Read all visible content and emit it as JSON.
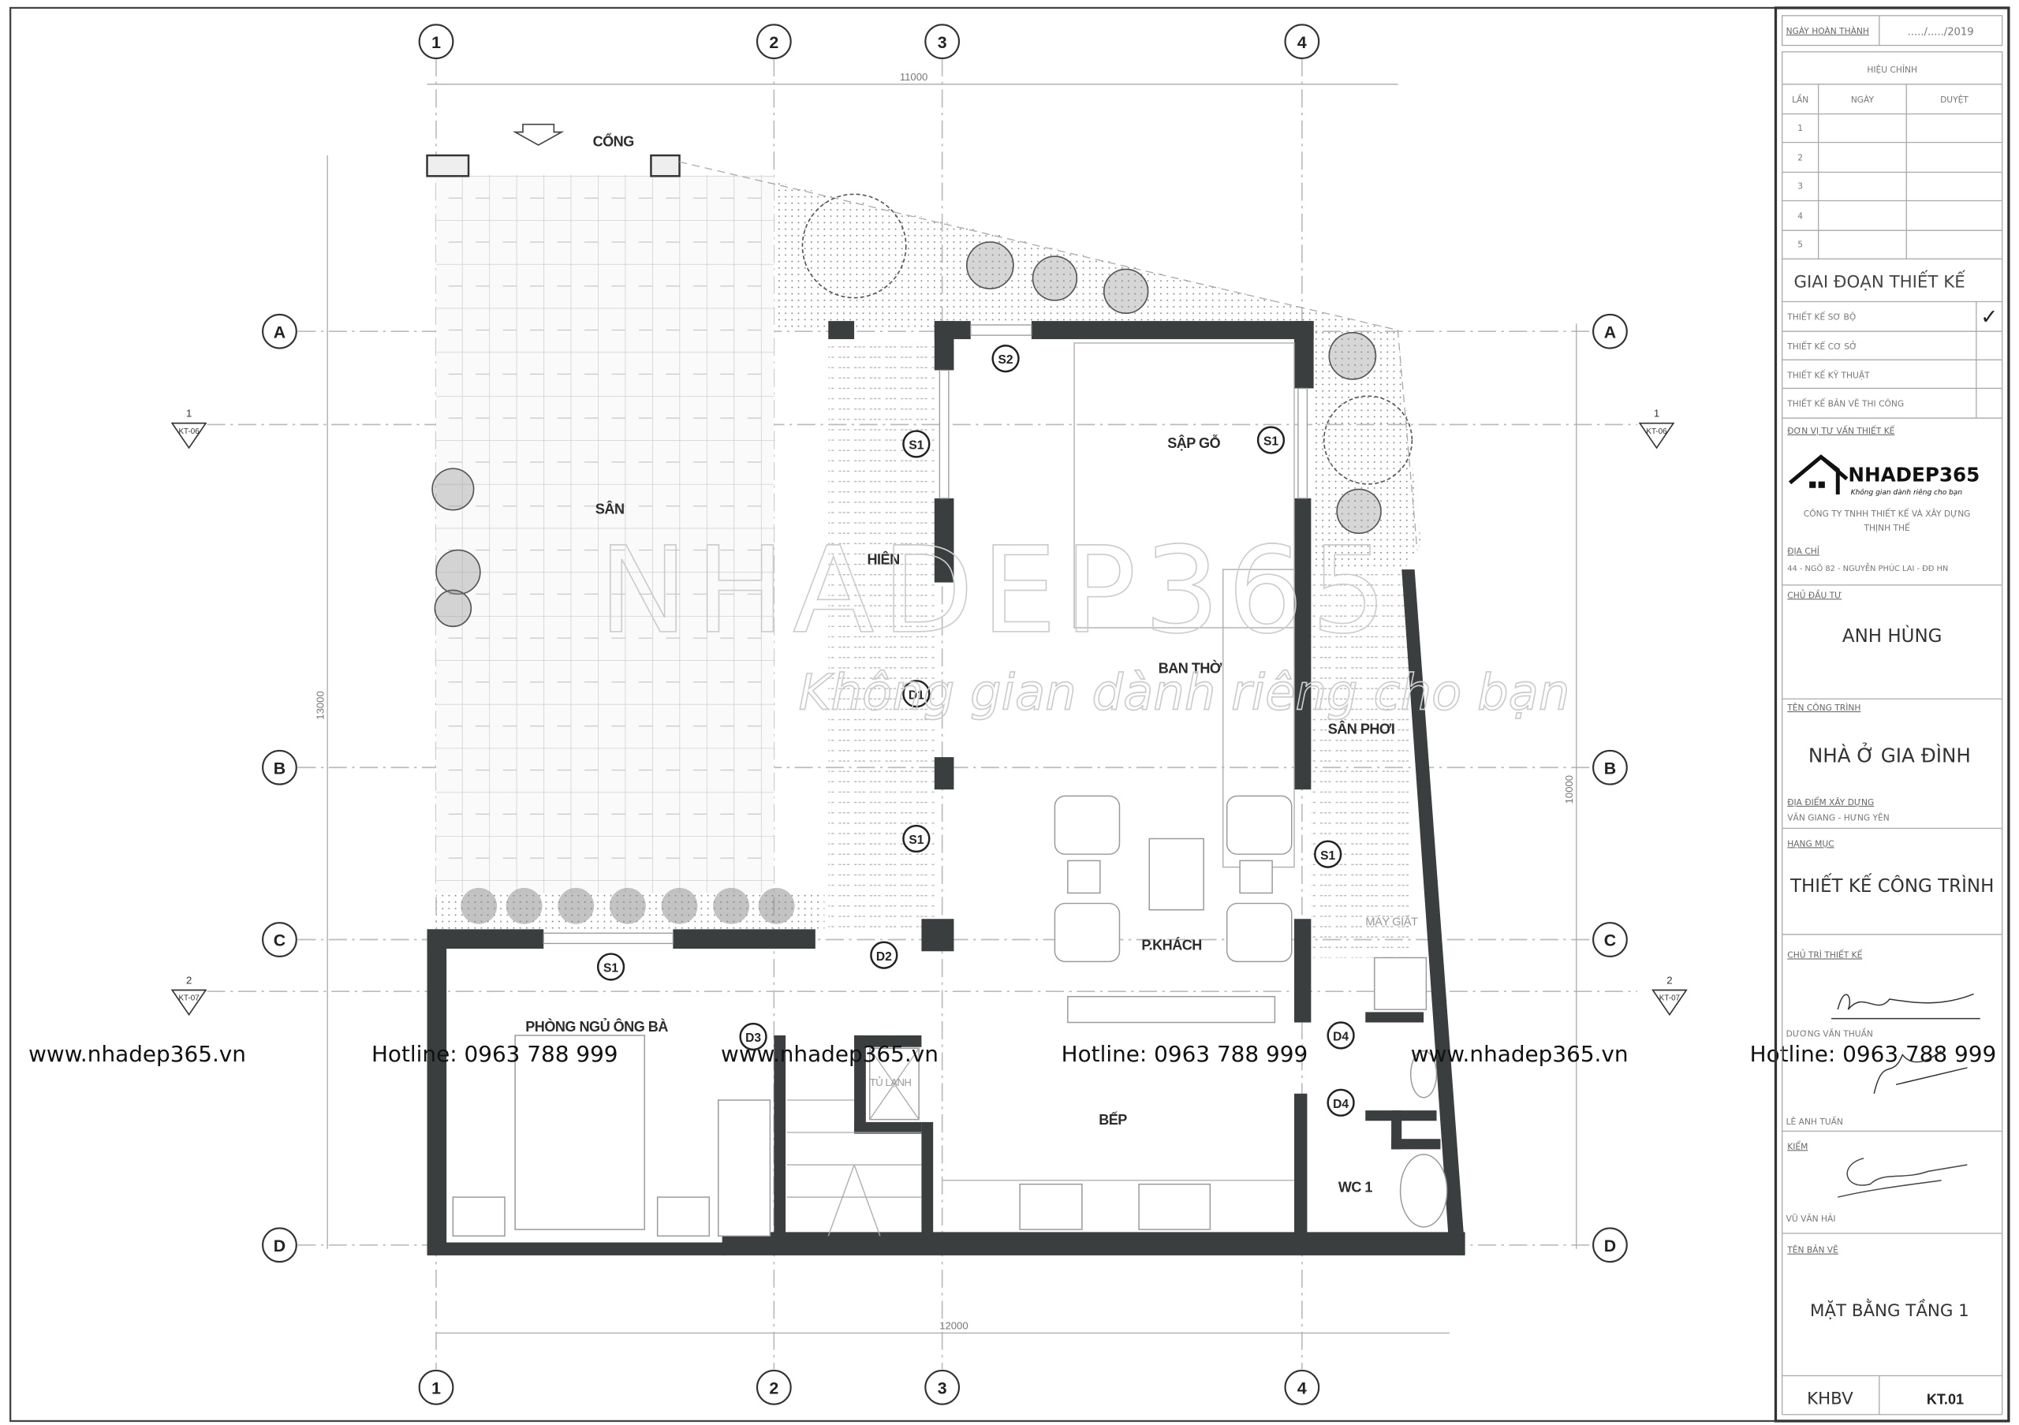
{
  "plan": {
    "grid_columns": [
      "1",
      "2",
      "3",
      "4"
    ],
    "grid_rows": [
      "A",
      "B",
      "C",
      "D"
    ],
    "dimensions": {
      "top": "11000",
      "bottom": "12000",
      "left": "13000",
      "right": "10000"
    },
    "section_marks": [
      {
        "num": "1",
        "ref": "KT-06"
      },
      {
        "num": "2",
        "ref": "KT-07"
      }
    ],
    "gate": "CỔNG",
    "rooms": {
      "yard": "SÂN",
      "porch": "HIÊN",
      "wood_bed": "SẬP GỖ",
      "altar": "BAN THỜ",
      "drying_yard": "SÂN PHƠI",
      "living": "P.KHÁCH",
      "washer": "MÁY GIẶT",
      "bedroom": "PHÒNG NGỦ ÔNG BÀ",
      "fridge": "TỦ LẠNH",
      "kitchen": "BẾP",
      "wc": "WC 1"
    },
    "tags": {
      "s1": "S1",
      "s2": "S2",
      "d1": "D1",
      "d2": "D2",
      "d3": "D3",
      "d4": "D4"
    }
  },
  "watermark": {
    "website": "www.nhadep365.vn",
    "hotline": "Hotline: 0963 788 999",
    "brand": "NHADEP365",
    "slogan": "Không gian dành riêng cho bạn"
  },
  "title_block": {
    "completion_label": "NGÀY HOÀN THÀNH",
    "completion_value": "...../...../2019",
    "revision_title": "HIỆU CHỈNH",
    "revision_headers": [
      "LẦN",
      "NGÀY",
      "DUYỆT"
    ],
    "revision_rows": [
      "1",
      "2",
      "3",
      "4",
      "5"
    ],
    "stage_title": "GIAI ĐOẠN THIẾT KẾ",
    "stages": [
      {
        "label": "THIẾT KẾ SƠ BỘ",
        "mark": "✓"
      },
      {
        "label": "THIẾT KẾ CƠ SỞ",
        "mark": ""
      },
      {
        "label": "THIẾT KẾ KỸ THUẬT",
        "mark": ""
      },
      {
        "label": "THIẾT KẾ BẢN VẼ THI CÔNG",
        "mark": ""
      }
    ],
    "consultant_label": "ĐƠN VỊ TƯ VẤN THIẾT KẾ",
    "logo_text": "NHADEP365",
    "logo_slogan": "Không gian dành riêng cho bạn",
    "company_line1": "CÔNG TY TNHH THIẾT KẾ VÀ XÂY DỰNG",
    "company_line2": "THỊNH THẾ",
    "address_label": "ĐỊA CHỈ",
    "address": "44 - NGÕ 82 - NGUYỄN PHÚC LAI - ĐĐ HN",
    "investor_label": "CHỦ ĐẦU TƯ",
    "investor": "ANH HÙNG",
    "project_label": "TÊN CÔNG TRÌNH",
    "project": "NHÀ Ở GIA ĐÌNH",
    "location_label": "ĐỊA ĐIỂM XÂY DỰNG",
    "location": "VĂN GIANG - HƯNG YÊN",
    "category_label": "HẠNG MỤC",
    "category": "THIẾT KẾ CÔNG TRÌNH",
    "lead_label": "CHỦ TRÌ THIẾT KẾ",
    "lead": "DƯƠNG VĂN THUẦN",
    "designer": "LÊ ANH TUẤN",
    "checker_label": "KIỂM",
    "checker": "VŨ VĂN HẢI",
    "drawing_label": "TÊN BẢN VẼ",
    "drawing_name": "MẶT BẰNG TẦNG 1",
    "code_label": "KHBV",
    "sheet": "KT.01"
  }
}
